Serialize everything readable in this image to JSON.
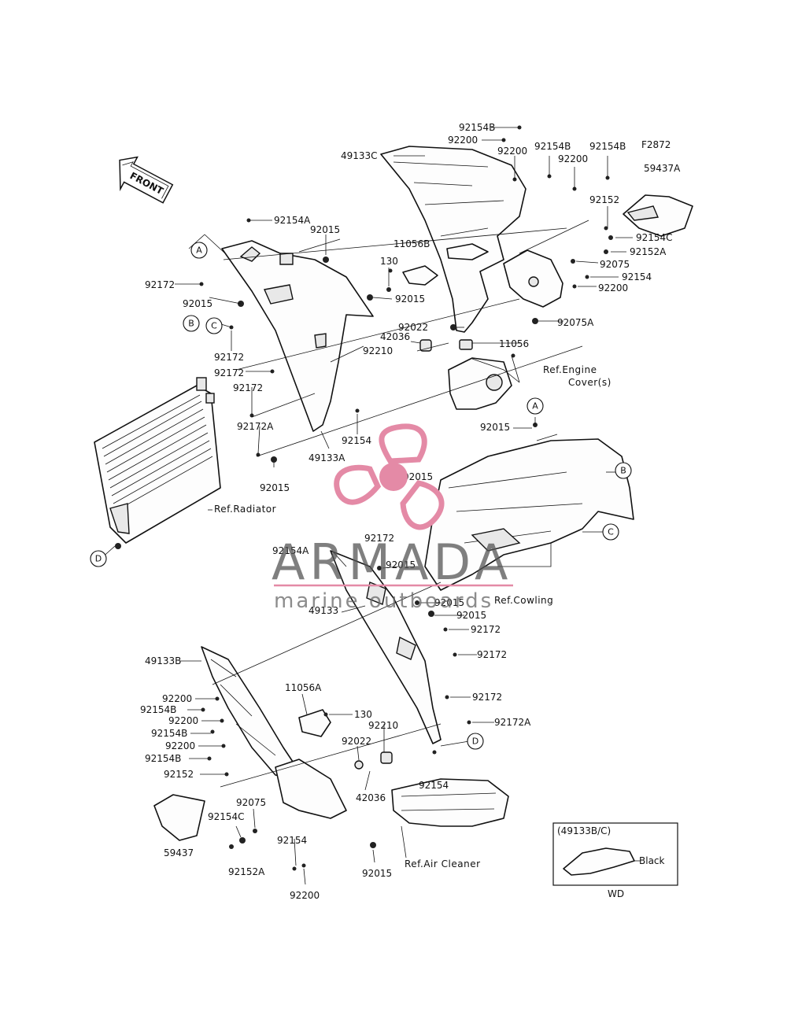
{
  "figure_code": "F2872",
  "front_label": "FRONT",
  "circle_refs": [
    "A",
    "B",
    "C",
    "D"
  ],
  "part_numbers": [
    "92154B",
    "92200",
    "92154B",
    "92154B",
    "92200",
    "92200",
    "49133C",
    "59437A",
    "92152",
    "92154C",
    "92152A",
    "92075",
    "92154",
    "92200",
    "92154A",
    "92015",
    "11056B",
    "130",
    "92015",
    "92172",
    "92015",
    "92022",
    "92075A",
    "42036",
    "92210",
    "11056",
    "92172",
    "92172",
    "92172",
    "92172A",
    "92154",
    "49133A",
    "92015",
    "92015",
    "92015",
    "92172",
    "92154A",
    "92015",
    "49133",
    "92015",
    "92015",
    "92172",
    "92172",
    "49133B",
    "92200",
    "92154B",
    "92200",
    "92154B",
    "92200",
    "92154B",
    "11056A",
    "130",
    "92172",
    "92210",
    "92022",
    "92172A",
    "92152",
    "92154",
    "42036",
    "92075",
    "92154C",
    "59437",
    "92154",
    "92152A",
    "92015",
    "92200"
  ],
  "references": {
    "engine_cover_1": "Ref.Engine",
    "engine_cover_2": "Cover(s)",
    "radiator": "Ref.Radiator",
    "cowling": "Ref.Cowling",
    "air_cleaner": "Ref.Air Cleaner"
  },
  "inset": {
    "title": "(49133B/C)",
    "label": "Black",
    "code": "WD"
  },
  "watermark": {
    "brand": "ARMADA",
    "tagline": "marine outboards",
    "accent_color": "#e48aa6"
  }
}
